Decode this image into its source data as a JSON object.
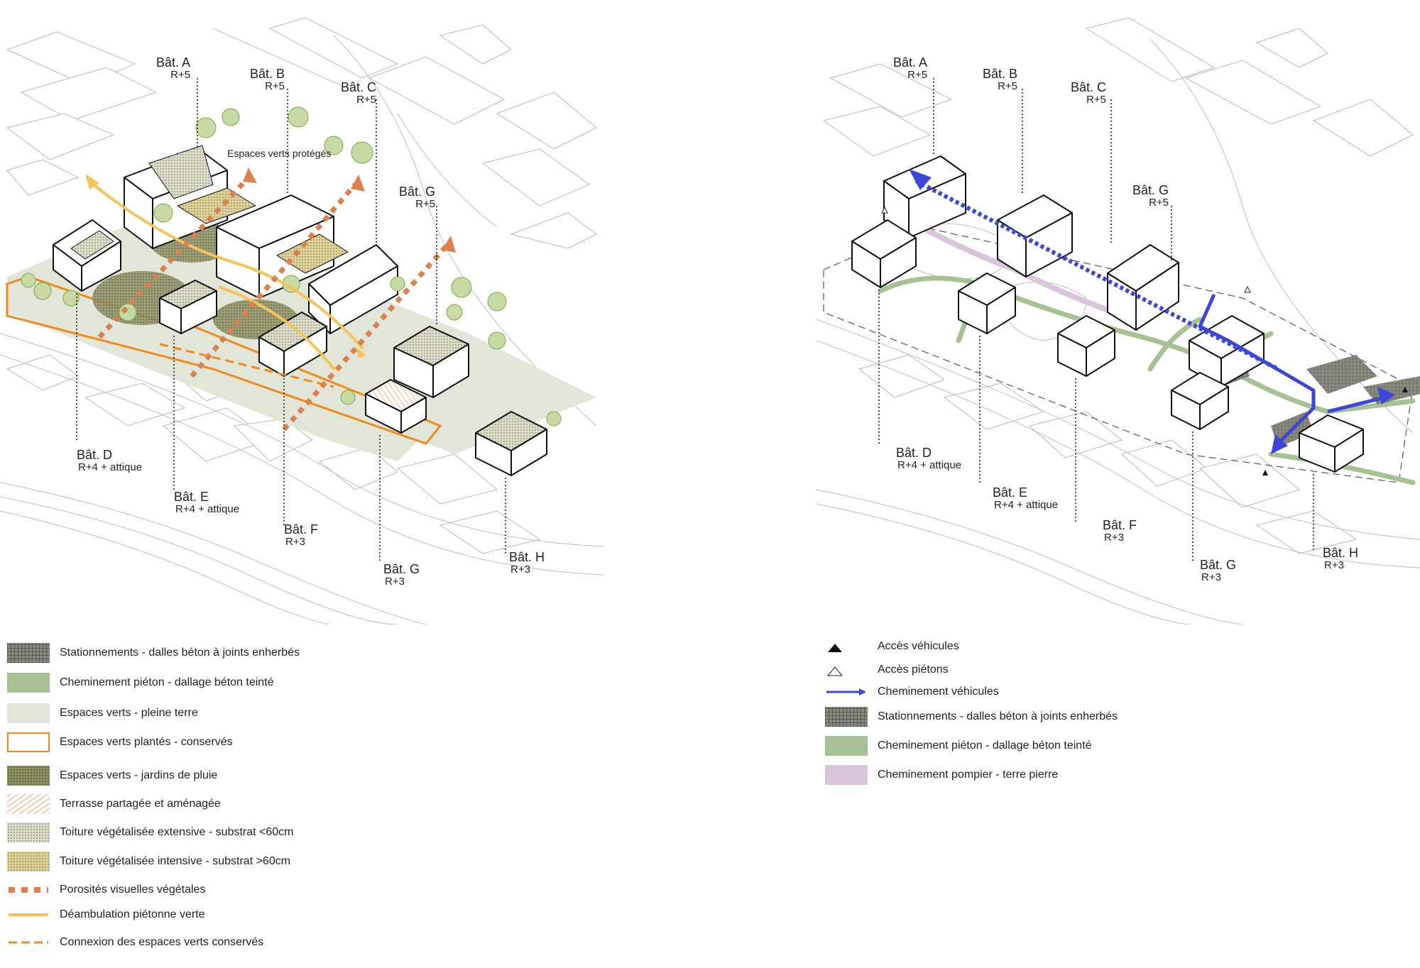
{
  "colors": {
    "porosite": "#d9814f",
    "deambulation": "#f5c35a",
    "connexion": "#f08a1c",
    "vehicule": "#3d47d6",
    "pieton": "#a7c094",
    "pompier": "#d8c5db",
    "pleine_terre": "#e2e6d8"
  },
  "left_diagram": {
    "annotation": "Espaces verts protégés",
    "buildings": [
      {
        "name": "Bât. A",
        "floors": "R+5"
      },
      {
        "name": "Bât. B",
        "floors": "R+5"
      },
      {
        "name": "Bât. C",
        "floors": "R+5"
      },
      {
        "name": "Bât. G",
        "floors": "R+5"
      },
      {
        "name": "Bât. D",
        "floors": "R+4 + attique"
      },
      {
        "name": "Bât. E",
        "floors": "R+4 + attique"
      },
      {
        "name": "Bât. F",
        "floors": "R+3"
      },
      {
        "name": "Bât. G",
        "floors": "R+3"
      },
      {
        "name": "Bât. H",
        "floors": "R+3"
      }
    ],
    "legend": [
      {
        "label": "Stationnements -  dalles béton à joints enherbés",
        "icon": "parking-swatch"
      },
      {
        "label": "Cheminement piéton -  dallage béton teinté",
        "icon": "pedestrian-path-swatch"
      },
      {
        "label": "Espaces verts - pleine terre",
        "icon": "open-ground-swatch"
      },
      {
        "label": "Espaces verts plantés - conservés",
        "icon": "preserved-planted-swatch"
      },
      {
        "label": "Espaces verts - jardins de pluie",
        "icon": "rain-garden-swatch"
      },
      {
        "label": "Terrasse partagée et aménagée",
        "icon": "shared-terrace-swatch"
      },
      {
        "label": "Toiture végétalisée extensive  -  substrat <60cm",
        "icon": "extensive-roof-swatch"
      },
      {
        "label": "Toiture végétalisée intensive  -  substrat >60cm",
        "icon": "intensive-roof-swatch"
      },
      {
        "label": "Porosités visuelles végétales",
        "icon": "dotted-line-icon"
      },
      {
        "label": "Déambulation piétonne verte",
        "icon": "solid-line-icon"
      },
      {
        "label": "Connexion des espaces verts conservés",
        "icon": "dashed-line-icon"
      }
    ]
  },
  "right_diagram": {
    "buildings": [
      {
        "name": "Bât. A",
        "floors": "R+5"
      },
      {
        "name": "Bât. B",
        "floors": "R+5"
      },
      {
        "name": "Bât. C",
        "floors": "R+5"
      },
      {
        "name": "Bât. G",
        "floors": "R+5"
      },
      {
        "name": "Bât. D",
        "floors": "R+4 + attique"
      },
      {
        "name": "Bât. E",
        "floors": "R+4 + attique"
      },
      {
        "name": "Bât. F",
        "floors": "R+3"
      },
      {
        "name": "Bât. G",
        "floors": "R+3"
      },
      {
        "name": "Bât. H",
        "floors": "R+3"
      }
    ],
    "legend": [
      {
        "label": "Accès véhicules",
        "icon": "filled-triangle-icon"
      },
      {
        "label": "Accès piétons",
        "icon": "outline-triangle-icon"
      },
      {
        "label": "Cheminement véhicules",
        "icon": "arrow-icon"
      },
      {
        "label": "Stationnements -  dalles béton à joints enherbés",
        "icon": "parking-swatch"
      },
      {
        "label": "Cheminement piéton -  dallage béton teinté",
        "icon": "pedestrian-path-swatch"
      },
      {
        "label": "Cheminement pompier - terre pierre",
        "icon": "fire-access-swatch"
      }
    ]
  }
}
